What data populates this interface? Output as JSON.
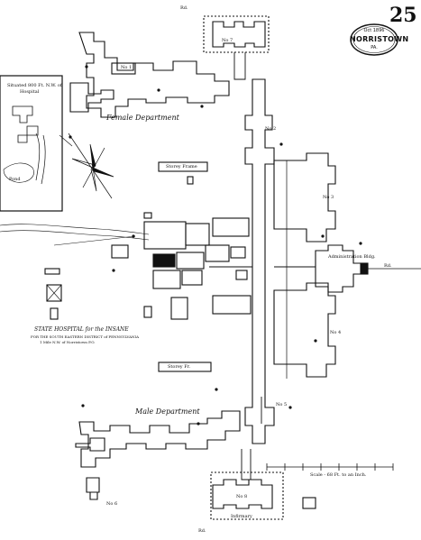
{
  "sheet": {
    "number": "25"
  },
  "seal": {
    "date": "Oct 1896",
    "city": "NORRISTOWN",
    "state": "PA."
  },
  "inset": {
    "title_line1": "Situated 800 Ft. N.W. of",
    "title_line2": "Hospital",
    "pond_label": "Pond"
  },
  "labels": {
    "female_department": "Female Department",
    "male_department": "Male Department",
    "administration": "Administration Bldg.",
    "state_hospital_title": "STATE HOSPITAL for the INSANE",
    "state_hospital_sub1": "FOR THE SOUTH EASTERN DISTRICT of PENNSYLVANIA",
    "state_hospital_sub2": "1 Mile N.W. of Norristown P.O.",
    "storey_frame_top": "Storey Frame",
    "storey_frame_bottom": "Storey Fr.",
    "scale": "Scale - 68 Ft. to an Inch.",
    "infirmary": "Infirmary",
    "top_road": "Rd.",
    "bottom_road": "Rd.",
    "right_road": "Rd.",
    "bldg_numbers": [
      "No 1",
      "No 2",
      "No 3",
      "No 4",
      "No 5",
      "No 6",
      "No 7",
      "No 8"
    ]
  },
  "icons": {
    "north_arrow": "compass-rose-icon"
  }
}
